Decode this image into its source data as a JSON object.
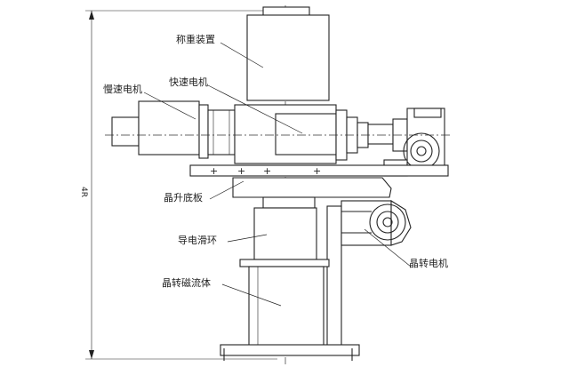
{
  "labels": {
    "weighing_device": "称重装置",
    "slow_motor": "慢速电机",
    "fast_motor": "快速电机",
    "lift_base": "晶升底板",
    "conductive_slip_ring": "导电滑环",
    "crystal_rotation_motor": "晶转电机",
    "crystal_rotation_ferrofluid": "晶转磁流体"
  },
  "dimension": {
    "height_value": "4R"
  }
}
